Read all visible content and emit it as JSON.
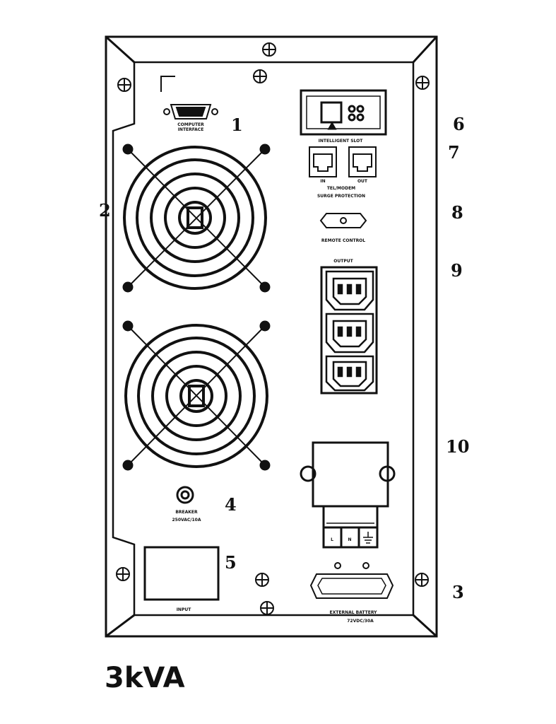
{
  "panel": {
    "labels": {
      "computer_interface": "COMPUTER\nINTERFACE",
      "intelligent_slot": "INTELLIGENT SLOT",
      "in": "IN",
      "out": "OUT",
      "network": "TEL/MODEM",
      "surge_protection": "SURGE PROTECTION",
      "remote_control": "REMOTE CONTROL",
      "output": "OUTPUT",
      "breaker": "BREAKER",
      "breaker_rating": "250VAC/10A",
      "input": "INPUT",
      "battery": "EXTERNAL BATTERY",
      "battery_rating": "72VDC/30A",
      "terminal_l": "L",
      "terminal_n": "N"
    }
  },
  "callouts": [
    "1",
    "2",
    "4",
    "5",
    "6",
    "7",
    "8",
    "9",
    "10",
    "3"
  ],
  "caption": "3kVA",
  "colors": {
    "ink": "#111111",
    "background": "#ffffff"
  }
}
